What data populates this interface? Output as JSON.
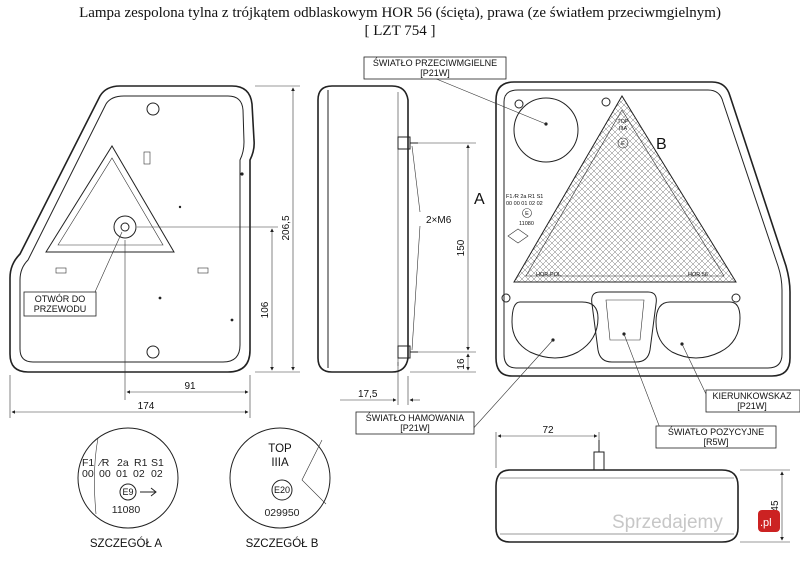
{
  "title": {
    "line1": "Lampa zespolona tylna z trójkątem odblaskowym HOR 56 (ścięta), prawa (ze światłem przeciwmgielnym)",
    "line2": "[ LZT 754 ]"
  },
  "callouts": {
    "fog_light_name": "ŚWIATŁO PRZECIWMGIELNE",
    "fog_light_bulb": "[P21W]",
    "cable_hole_line1": "OTWÓR DO",
    "cable_hole_line2": "PRZEWODU",
    "brake_light_name": "ŚWIATŁO HAMOWANIA",
    "brake_light_bulb": "[P21W]",
    "indicator_name": "KIERUNKOWSKAZ",
    "indicator_bulb": "[P21W]",
    "position_light_name": "ŚWIATŁO POZYCYJNE",
    "position_light_bulb": "[R5W]"
  },
  "dimensions": {
    "height": "206,5",
    "cable_hole_height": "106",
    "cable_hole_offset": "91",
    "width": "174",
    "stud_spacing": "150",
    "stud_bottom": "16",
    "stud_offset": "17,5",
    "stud_label": "2×M6",
    "bottom_length": "72",
    "bottom_height": "45"
  },
  "markers": {
    "a": "A",
    "b": "B"
  },
  "lamp_marks": {
    "left_text": "HOR-POL",
    "right_text": "HOR 56",
    "top_text1": "TOP",
    "top_text2": "IIIA",
    "emark": "E",
    "code_row1": "F1 ⁄R 2a R1 S1",
    "code_row2": "00 00 01 02 02",
    "code_number": "11080"
  },
  "details": {
    "a_caption": "SZCZEGÓŁ A",
    "b_caption": "SZCZEGÓŁ B",
    "a_codes_row1": [
      "F1",
      "⁄R",
      "2a",
      "R1",
      "S1"
    ],
    "a_codes_row2": [
      "00",
      "00",
      "01",
      "02",
      "02"
    ],
    "a_emark": "E9",
    "a_number": "11080",
    "b_top": "TOP",
    "b_class": "IIIA",
    "b_emark": "E20",
    "b_number": "029950"
  },
  "watermark": {
    "text": "Sprzedajemy",
    "suffix": ".pl"
  },
  "colors": {
    "line": "#222222",
    "watermark": "#c7c7c7",
    "watermark_badge": "#cc2222"
  }
}
